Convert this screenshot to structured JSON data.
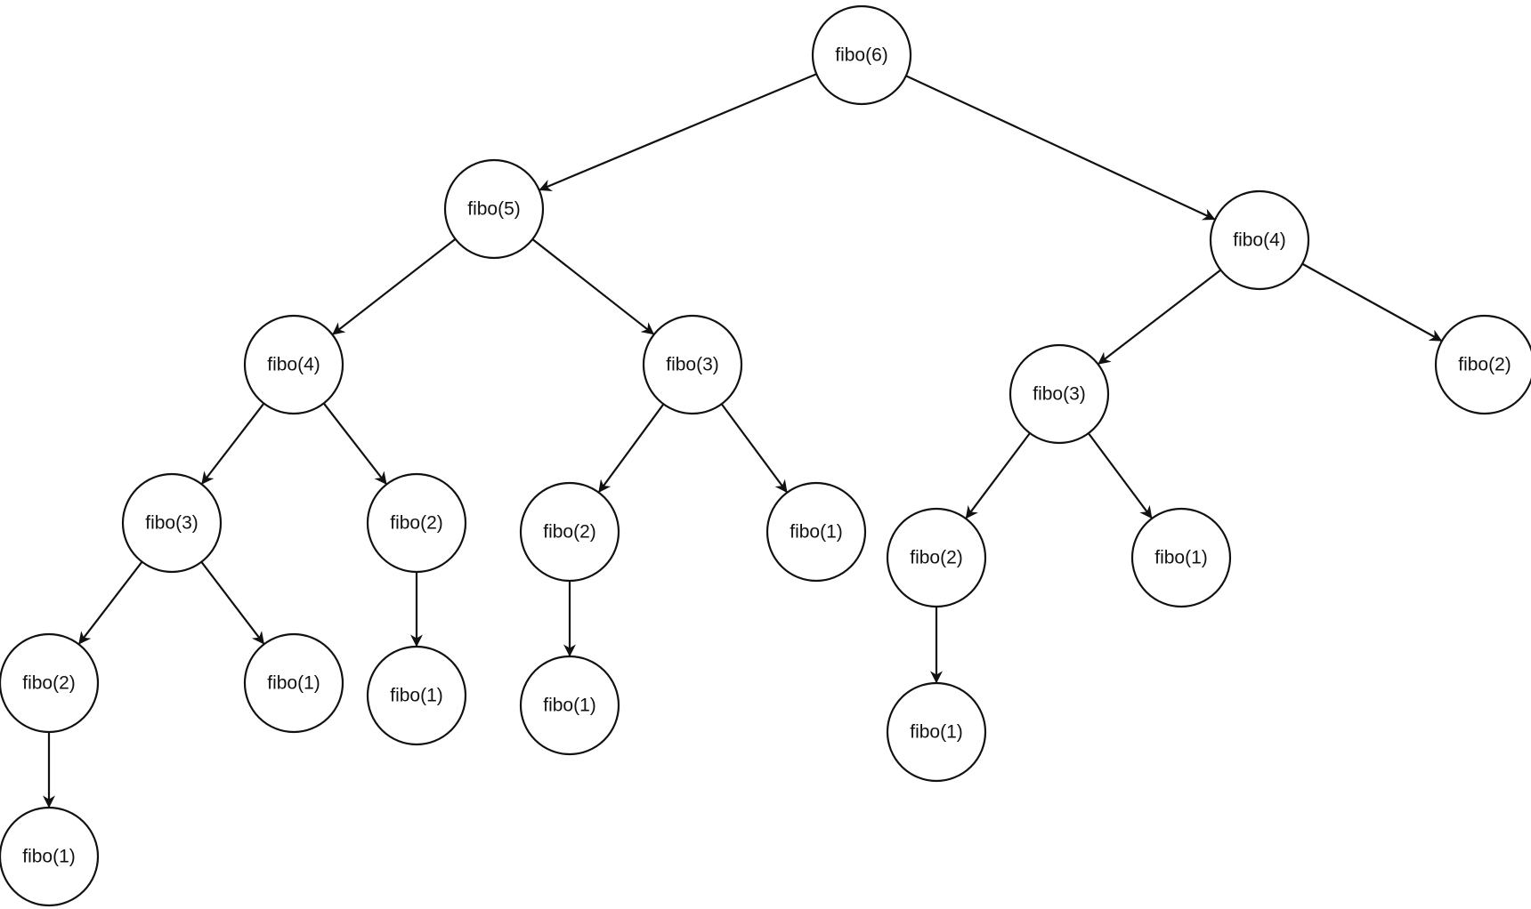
{
  "diagram": {
    "colors": {
      "stroke": "#111111",
      "node_fill": "#ffffff",
      "background": "#ffffff"
    },
    "nodes": [
      {
        "id": "n6",
        "label": "fibo(6)"
      },
      {
        "id": "n5",
        "label": "fibo(5)"
      },
      {
        "id": "n4r",
        "label": "fibo(4)"
      },
      {
        "id": "n4l",
        "label": "fibo(4)"
      },
      {
        "id": "n3m",
        "label": "fibo(3)"
      },
      {
        "id": "n3r",
        "label": "fibo(3)"
      },
      {
        "id": "n2rr",
        "label": "fibo(2)"
      },
      {
        "id": "n3l",
        "label": "fibo(3)"
      },
      {
        "id": "n2l2",
        "label": "fibo(2)"
      },
      {
        "id": "n2m",
        "label": "fibo(2)"
      },
      {
        "id": "n1m",
        "label": "fibo(1)"
      },
      {
        "id": "n2r",
        "label": "fibo(2)"
      },
      {
        "id": "n1r",
        "label": "fibo(1)"
      },
      {
        "id": "n2l",
        "label": "fibo(2)"
      },
      {
        "id": "n1l",
        "label": "fibo(1)"
      },
      {
        "id": "n1l2",
        "label": "fibo(1)"
      },
      {
        "id": "n1m2",
        "label": "fibo(1)"
      },
      {
        "id": "n1r2",
        "label": "fibo(1)"
      },
      {
        "id": "n1ll",
        "label": "fibo(1)"
      }
    ],
    "edges": [
      {
        "from": "n6",
        "to": "n5"
      },
      {
        "from": "n6",
        "to": "n4r"
      },
      {
        "from": "n5",
        "to": "n4l"
      },
      {
        "from": "n5",
        "to": "n3m"
      },
      {
        "from": "n4r",
        "to": "n3r"
      },
      {
        "from": "n4r",
        "to": "n2rr"
      },
      {
        "from": "n4l",
        "to": "n3l"
      },
      {
        "from": "n4l",
        "to": "n2l2"
      },
      {
        "from": "n3m",
        "to": "n2m"
      },
      {
        "from": "n3m",
        "to": "n1m"
      },
      {
        "from": "n3r",
        "to": "n2r"
      },
      {
        "from": "n3r",
        "to": "n1r"
      },
      {
        "from": "n3l",
        "to": "n2l"
      },
      {
        "from": "n3l",
        "to": "n1l"
      },
      {
        "from": "n2l2",
        "to": "n1l2"
      },
      {
        "from": "n2m",
        "to": "n1m2"
      },
      {
        "from": "n2r",
        "to": "n1r2"
      },
      {
        "from": "n2l",
        "to": "n1ll"
      }
    ]
  }
}
